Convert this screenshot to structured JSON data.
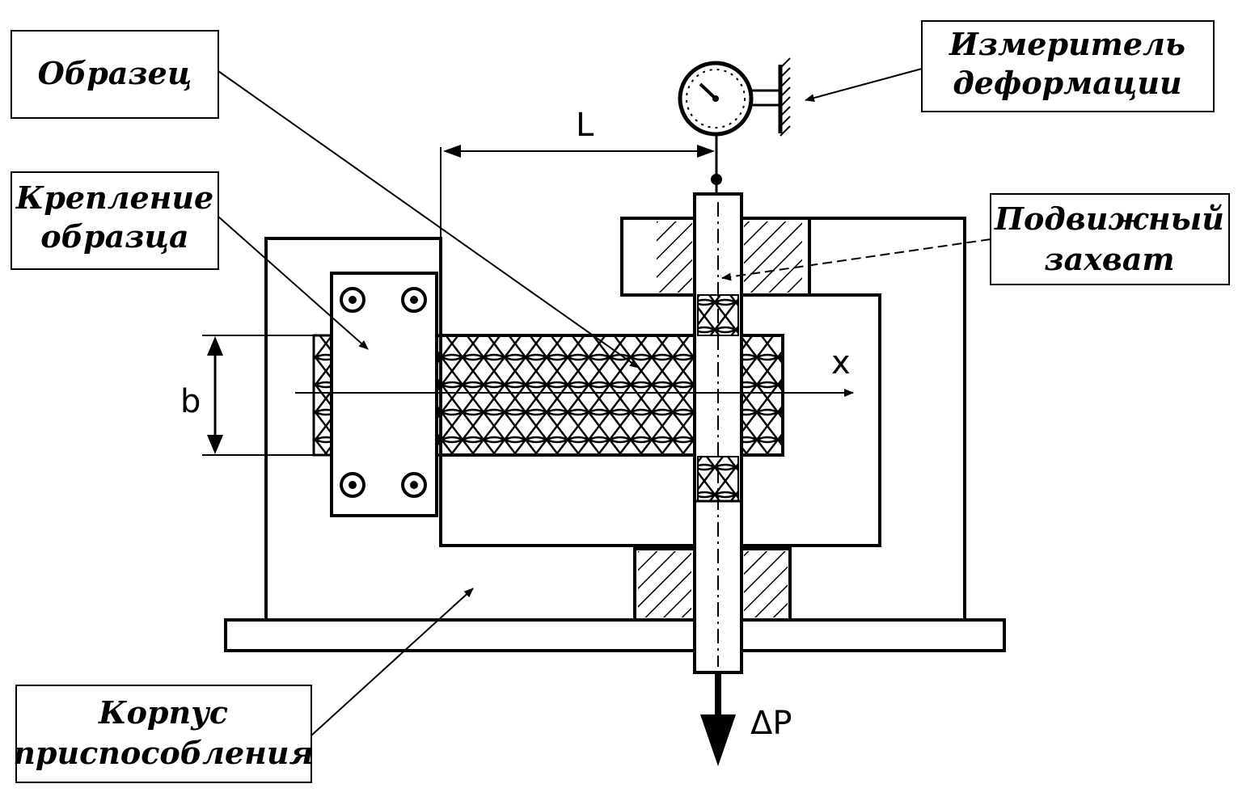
{
  "labels": {
    "sample": "Образец",
    "sample_mount_line1": "Крепление",
    "sample_mount_line2": "образца",
    "strain_gauge_line1": "Измеритель",
    "strain_gauge_line2": "деформации",
    "movable_grip_line1": "Подвижный",
    "movable_grip_line2": "захват",
    "fixture_body_line1": "Корпус",
    "fixture_body_line2": "приспособления"
  },
  "dimensions": {
    "length": "L",
    "width": "b",
    "axis_x": "x",
    "load": "ΔP"
  },
  "colors": {
    "ink": "#000000",
    "paper": "#ffffff"
  }
}
